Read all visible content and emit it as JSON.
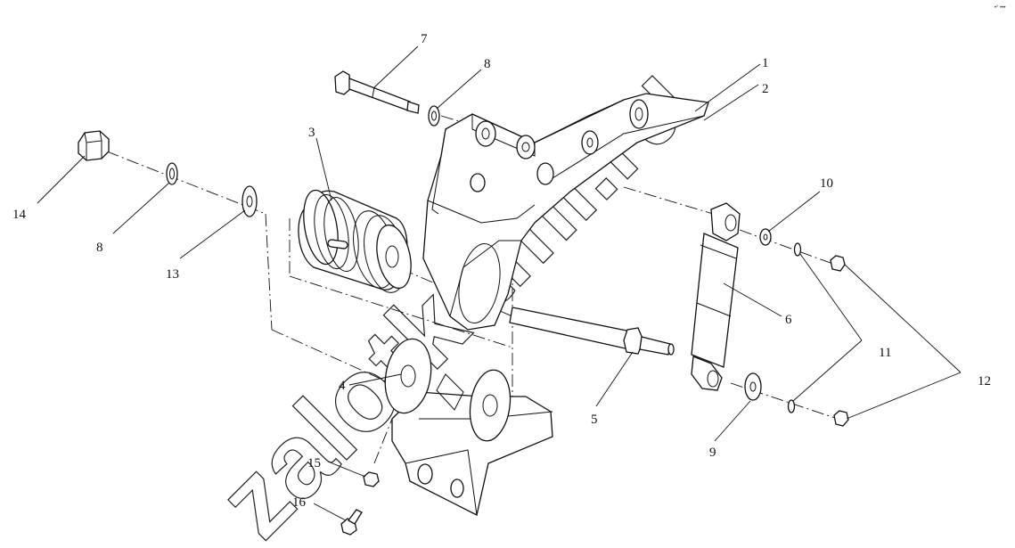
{
  "watermark": "zalotkami.ru",
  "corner_mark": "•° •••",
  "callouts": [
    {
      "id": "1",
      "text": "1"
    },
    {
      "id": "2",
      "text": "2"
    },
    {
      "id": "3",
      "text": "3"
    },
    {
      "id": "4",
      "text": "4"
    },
    {
      "id": "5",
      "text": "5"
    },
    {
      "id": "6",
      "text": "6"
    },
    {
      "id": "7",
      "text": "7"
    },
    {
      "id": "8a",
      "text": "8"
    },
    {
      "id": "8b",
      "text": "8"
    },
    {
      "id": "9",
      "text": "9"
    },
    {
      "id": "10",
      "text": "10"
    },
    {
      "id": "11",
      "text": "11"
    },
    {
      "id": "12",
      "text": "12"
    },
    {
      "id": "13",
      "text": "13"
    },
    {
      "id": "14",
      "text": "14"
    },
    {
      "id": "15",
      "text": "15"
    },
    {
      "id": "16",
      "text": "16"
    }
  ]
}
